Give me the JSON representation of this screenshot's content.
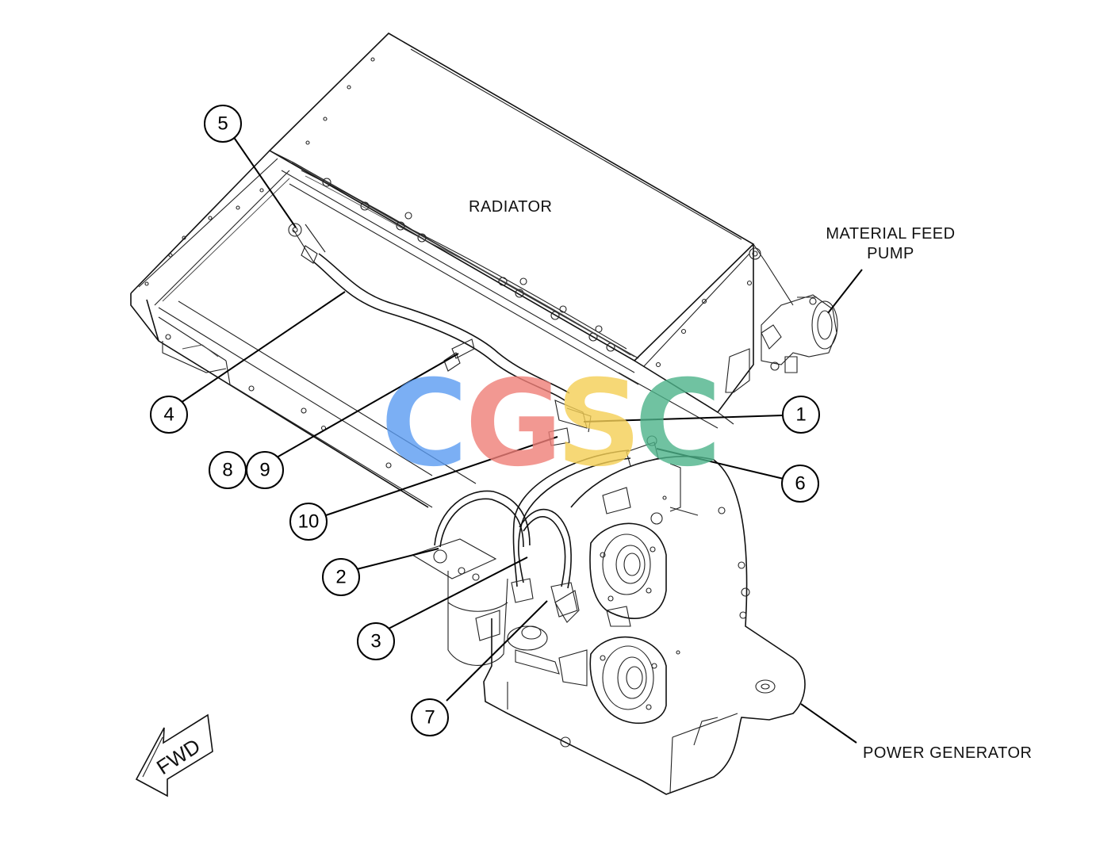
{
  "labels": {
    "radiator": "RADIATOR",
    "material_feed_pump_line1": "MATERIAL FEED",
    "material_feed_pump_line2": "PUMP",
    "power_generator": "POWER GENERATOR",
    "fwd": "FWD"
  },
  "callouts": [
    "1",
    "2",
    "3",
    "4",
    "5",
    "6",
    "7",
    "8",
    "9",
    "10"
  ],
  "watermark": {
    "letters": [
      "C",
      "G",
      "S",
      "C"
    ],
    "colors": [
      "#5b9cf2",
      "#f07f78",
      "#f5cf55",
      "#4db38a"
    ]
  }
}
